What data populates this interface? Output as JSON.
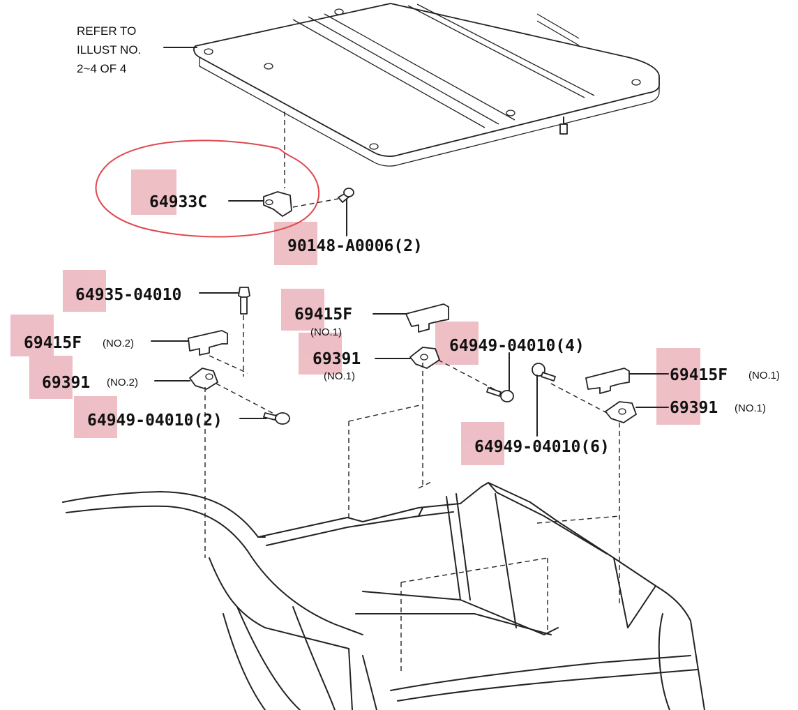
{
  "reference_note": {
    "line1": "REFER TO",
    "line2": "ILLUST NO.",
    "line3": "2~4 OF 4"
  },
  "highlight_color": "#e08a96",
  "circle_color": "#e0464f",
  "labels": {
    "p64933c": "64933C",
    "p90148": "90148-A0006(2)",
    "p64935": "64935-04010",
    "p69415f_left": "69415F",
    "p69415f_left_sub": "(NO.2)",
    "p69391_left": "69391",
    "p69391_left_sub": "(NO.2)",
    "p64949_left": "64949-04010(2)",
    "p69415f_mid": "69415F",
    "p69415f_mid_sub": "(NO.1)",
    "p69391_mid": "69391",
    "p69391_mid_sub": "(NO.1)",
    "p64949_mid": "64949-04010(4)",
    "p64949_right": "64949-04010(6)",
    "p69415f_right": "69415F",
    "p69415f_right_sub": "(NO.1)",
    "p69391_right": "69391",
    "p69391_right_sub": "(NO.1)"
  },
  "icons": [
    "tonneau-cover",
    "hinge-bracket",
    "bolt",
    "clip",
    "truck-bed"
  ]
}
